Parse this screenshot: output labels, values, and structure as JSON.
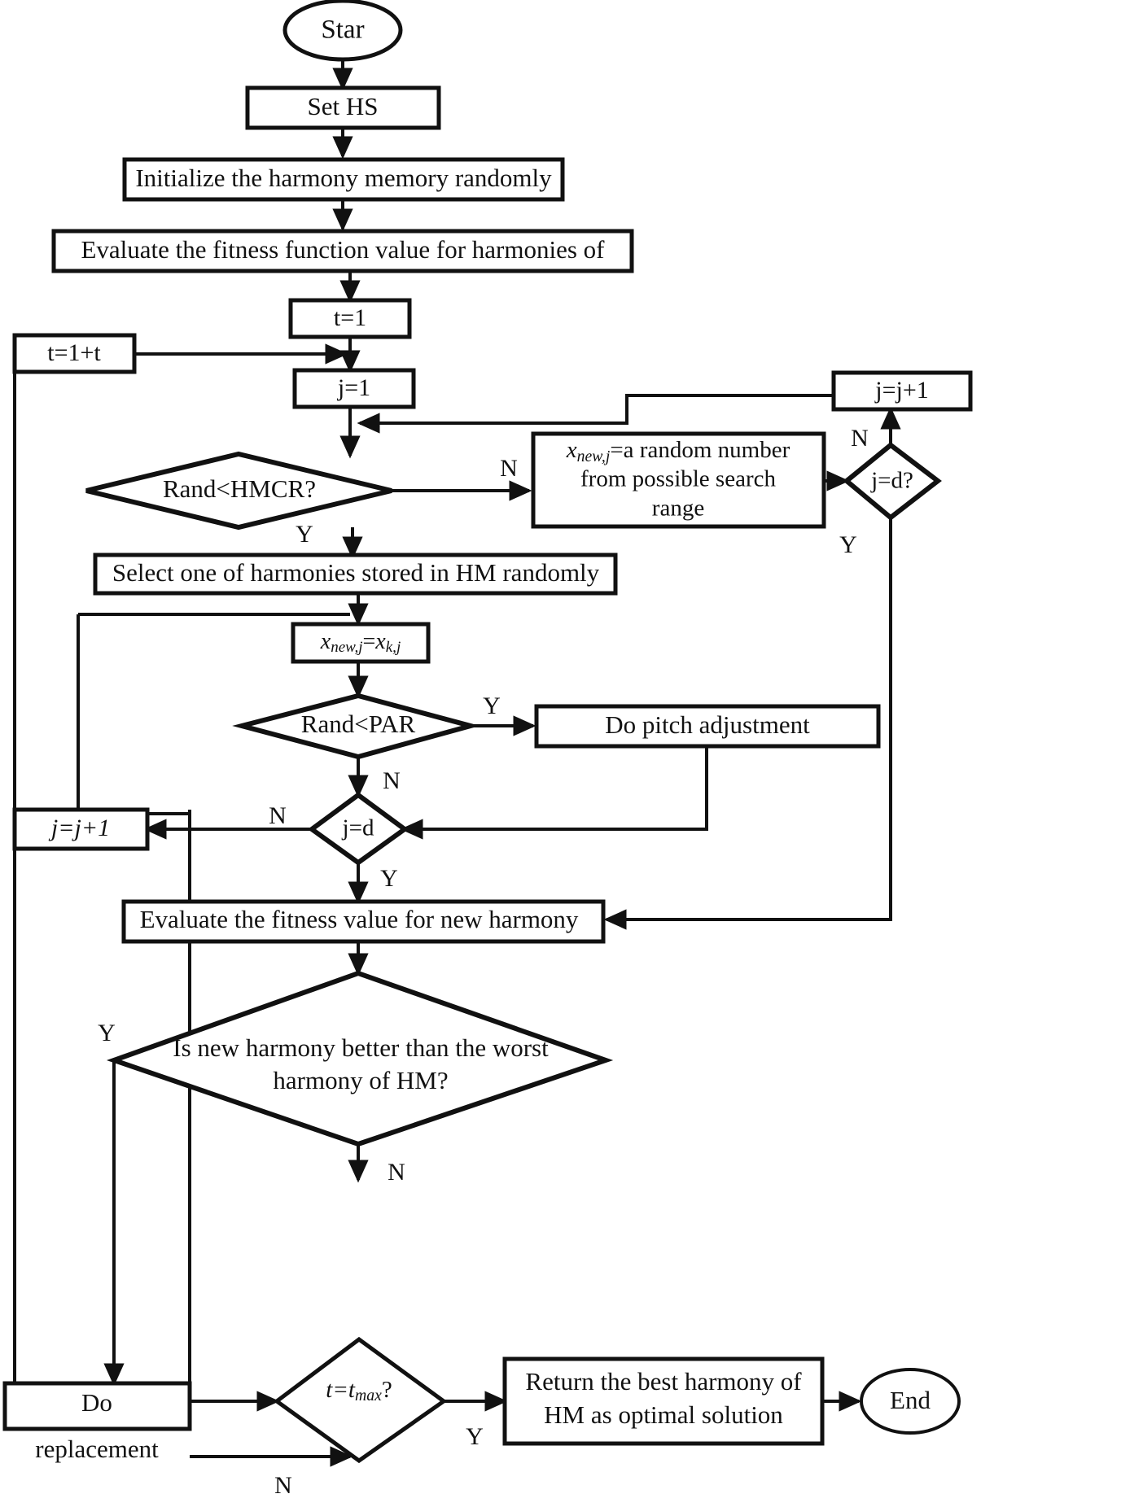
{
  "diagram": {
    "title": "Harmony Search algorithm flowchart",
    "colors": {
      "stroke": "#111111",
      "fill": "#ffffff",
      "text": "#111111"
    },
    "nodes": {
      "start": {
        "label": "Star",
        "shape": "ellipse"
      },
      "set_hs": {
        "label": "Set HS",
        "shape": "process"
      },
      "init_hm": {
        "label": "Initialize the harmony memory randomly",
        "shape": "process"
      },
      "evaluate_fitness_fn": {
        "label": "Evaluate the fitness function value for harmonies of",
        "shape": "process"
      },
      "t_init": {
        "label": "t=1",
        "shape": "process"
      },
      "t_incr": {
        "label": "t=1+t",
        "shape": "process"
      },
      "j_init": {
        "label": "j=1",
        "shape": "process"
      },
      "j_incr_right": {
        "label": "j=j+1",
        "shape": "process"
      },
      "rand_hmcr": {
        "label": "Rand<HMCR?",
        "shape": "decision"
      },
      "random_number": {
        "line1_pre": "x",
        "line1_sub": "new,j",
        "line1_post": "=a random number",
        "line2": "from possible search",
        "line3": "range",
        "shape": "process"
      },
      "j_eq_d_q": {
        "label": "j=d?",
        "shape": "decision"
      },
      "select_harmony": {
        "label": "Select one of harmonies stored in HM randomly",
        "shape": "process"
      },
      "assign_xnew": {
        "lhs_pre": "x",
        "lhs_sub": "new,j",
        "eq": "=",
        "rhs_pre": "x",
        "rhs_sub": "k,j",
        "shape": "process"
      },
      "rand_par": {
        "label": "Rand<PAR",
        "shape": "decision"
      },
      "pitch_adjust": {
        "label": "Do pitch adjustment",
        "shape": "process"
      },
      "j_eq_d": {
        "label": "j=d",
        "shape": "decision"
      },
      "j_incr_left": {
        "label": "j=j+1",
        "shape": "process",
        "italic": true
      },
      "evaluate_new": {
        "label": "Evaluate the fitness value for new harmony",
        "shape": "process"
      },
      "is_better": {
        "line1": "Is new harmony better than the worst",
        "line2": "harmony of HM?",
        "shape": "decision"
      },
      "do_replacement": {
        "line1": "Do",
        "line2": "replacement",
        "shape": "process"
      },
      "t_eq_tmax": {
        "pre": "t=t",
        "sub": "max",
        "post": "?",
        "shape": "decision"
      },
      "return_best": {
        "line1": "Return the best harmony of",
        "line2": "HM as optimal solution",
        "shape": "process"
      },
      "end": {
        "label": "End",
        "shape": "ellipse"
      }
    },
    "edge_labels": {
      "hmcr_yes": "Y",
      "hmcr_no": "N",
      "jd_q_no": "N",
      "jd_q_yes": "Y",
      "par_yes": "Y",
      "par_no": "N",
      "jd_no": "N",
      "jd_yes": "Y",
      "better_yes": "Y",
      "better_no": "N",
      "tmax_yes": "Y",
      "tmax_no": "N"
    }
  }
}
